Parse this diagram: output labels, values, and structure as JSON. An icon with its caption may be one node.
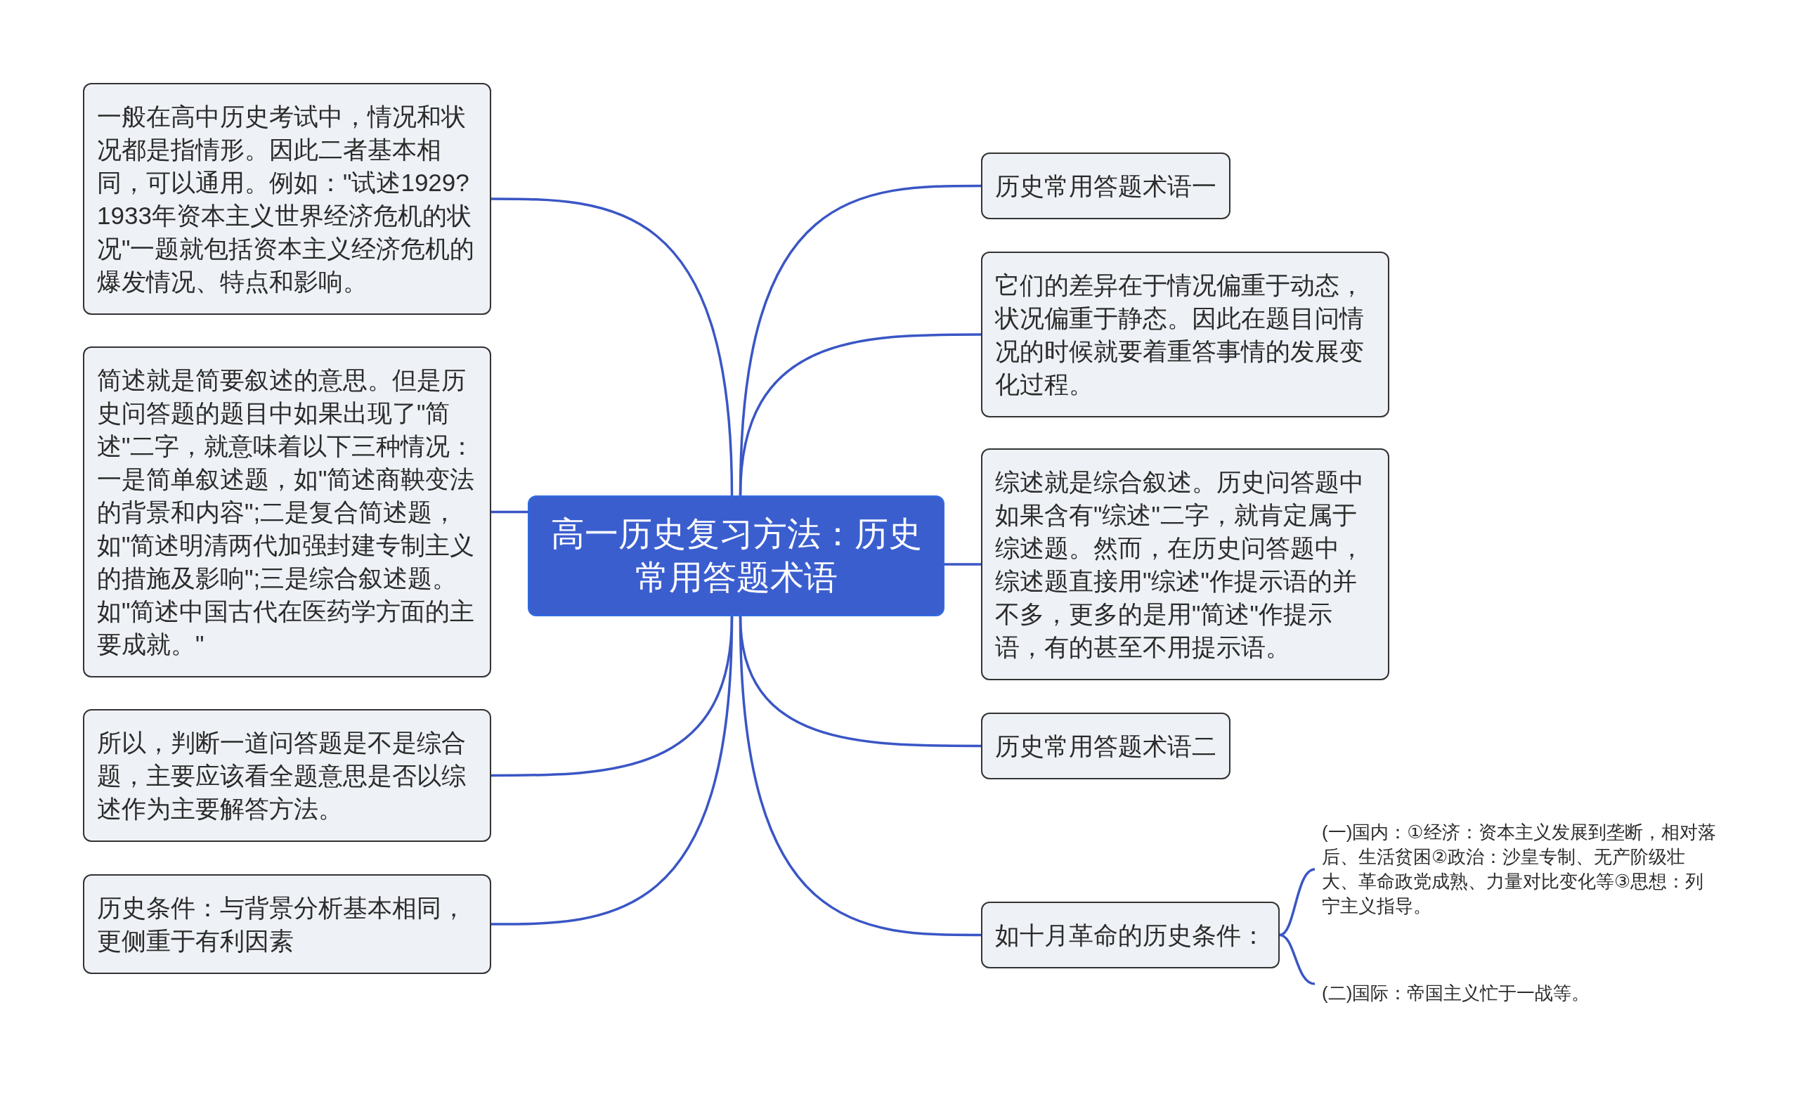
{
  "diagram": {
    "nodes": [
      {
        "text": [
          "高一历史复习方法：历史常用答题术语"
        ]
      },
      {
        "text": [
          "一般在高中历史考试中，情况和状况都是指情形。因此二者基本相同，可以通用。例如：\"试述1929?1933年资本主义世界经济危机的状况\"一题就包括资本主义经济危机的爆发情况、特点和影响。"
        ]
      },
      {
        "text": [
          "简述就是简要叙述的意思。但是历史问答题的题目中如果出现了\"简述\"二字，就意味着以下三种情况：一是简单叙述题，如\"简述商鞅变法的背景和内容\";二是复合简述题，如\"简述明清两代加强封建专制主义的措施及影响\";三是综合叙述题。如\"简述中国古代在医药学方面的主要成就。\""
        ]
      },
      {
        "text": [
          "所以，判断一道问答题是不是综合题，主要应该看全题意思是否以综述作为主要解答方法。"
        ]
      },
      {
        "text": [
          "历史条件：与背景分析基本相同，更侧重于有利因素"
        ]
      },
      {
        "text": [
          "历史常用答题术语一"
        ]
      },
      {
        "text": [
          "它们的差异在于情况偏重于动态，状况偏重于静态。因此在题目问情况的时候就要着重答事情的发展变化过程。"
        ]
      },
      {
        "text": [
          "综述就是综合叙述。历史问答题中如果含有\"综述\"二字，就肯定属于综述题。然而，在历史问答题中，综述题直接用\"综述\"作提示语的并不多，更多的是用\"简述\"作提示语，有的甚至不用提示语。"
        ]
      },
      {
        "text": [
          "历史常用答题术语二"
        ]
      },
      {
        "text": [
          "如十月革命的历史条件："
        ]
      },
      {
        "text": [
          "(一)国内：①经济：资本主义发展到垄断，相对落后、生活贫困②政治：沙皇专制、无产阶级壮大、革命政党成熟、力量对比变化等③思想：列宁主义指导。"
        ]
      },
      {
        "text": [
          "(二)国际：帝国主义忙于一战等。"
        ]
      }
    ],
    "edges": [
      {
        "from": 0,
        "to": 1,
        "arrow": "none"
      },
      {
        "from": 0,
        "to": 2,
        "arrow": "none"
      },
      {
        "from": 0,
        "to": 3,
        "arrow": "none"
      },
      {
        "from": 0,
        "to": 4,
        "arrow": "none"
      },
      {
        "from": 0,
        "to": 5,
        "arrow": "none"
      },
      {
        "from": 0,
        "to": 6,
        "arrow": "none"
      },
      {
        "from": 0,
        "to": 7,
        "arrow": "none"
      },
      {
        "from": 0,
        "to": 8,
        "arrow": "none"
      },
      {
        "from": 0,
        "to": 9,
        "arrow": "none"
      },
      {
        "from": 9,
        "to": 10,
        "arrow": "none"
      },
      {
        "from": 9,
        "to": 11,
        "arrow": "none"
      }
    ]
  }
}
